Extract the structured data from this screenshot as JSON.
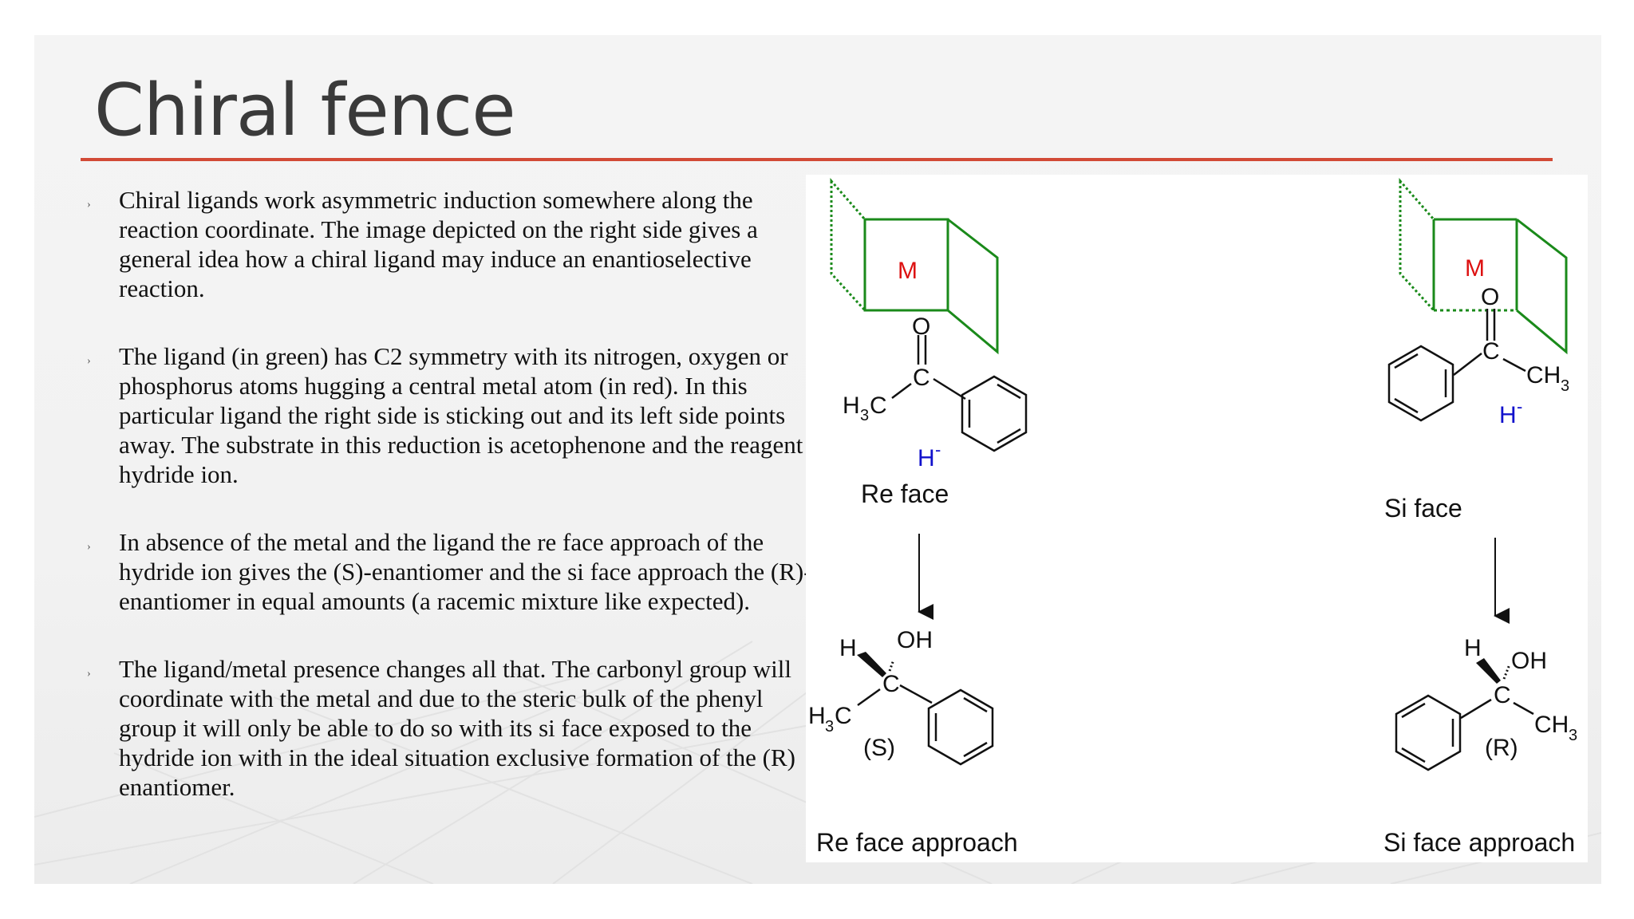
{
  "slide": {
    "title": "Chiral fence",
    "accent_color": "#d24a36",
    "bullets": [
      "Chiral ligands work asymmetric induction somewhere along the reaction coordinate. The image depicted on the right side gives a general idea how a chiral ligand may induce an enantioselective reaction.",
      "The ligand (in green) has C2 symmetry with its nitrogen, oxygen or phosphorus atoms hugging a central metal atom (in red). In this particular ligand the right side is sticking out and its left side points away. The substrate in this reduction is acetophenone and the reagent a hydride ion.",
      "In absence of the metal and the ligand the re face approach of the hydride ion gives the (S)-enantiomer and the si face approach the (R)-enantiomer in equal amounts (a racemic mixture like expected).",
      "The ligand/metal presence changes all that. The carbonyl group will coordinate with the metal and due to the steric bulk of the phenyl group it will only be able to do so with its si face exposed to the hydride ion with in the ideal situation exclusive formation of the (R) enantiomer."
    ],
    "bullet_marker": "›"
  },
  "figure": {
    "ligand_color": "#1a8a1a",
    "metal_color": "#dd1111",
    "hydride_color": "#1111cc",
    "left": {
      "metal": "M",
      "oxygen": "O",
      "carbon": "C",
      "methyl_h": "H",
      "methyl_sub3": "3",
      "methyl_c": "C",
      "hydride": "H",
      "hydride_charge": "-",
      "face_label": "Re face",
      "product_h": "H",
      "product_oh": "OH",
      "product_c": "C",
      "product_methyl_h": "H",
      "product_methyl_sub3": "3",
      "product_methyl_c": "C",
      "product_config": "(S)",
      "approach_label": "Re face approach"
    },
    "right": {
      "metal": "M",
      "oxygen": "O",
      "carbon": "C",
      "methyl_ch": "CH",
      "methyl_sub3": "3",
      "hydride": "H",
      "hydride_charge": "-",
      "face_label": "Si face",
      "product_h": "H",
      "product_oh": "OH",
      "product_c": "C",
      "product_methyl_ch": "CH",
      "product_methyl_sub3": "3",
      "product_config": "(R)",
      "approach_label": "Si face approach"
    }
  }
}
